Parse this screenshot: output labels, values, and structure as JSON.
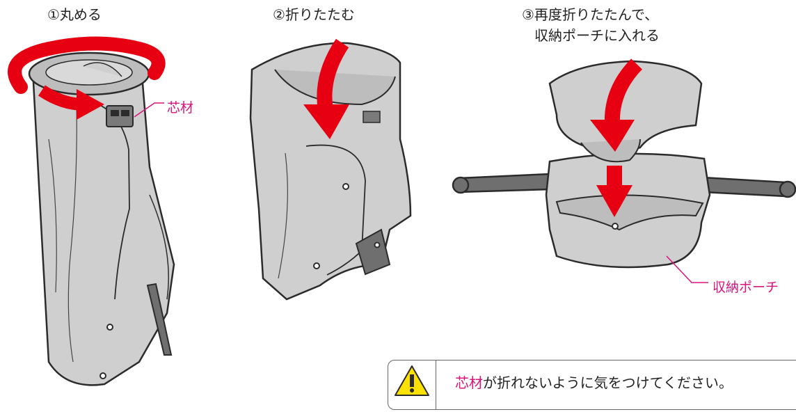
{
  "steps": {
    "step1": "①丸める",
    "step2": "②折りたたむ",
    "step3_line1": "③再度折りたたんで、",
    "step3_line2": "収納ポーチに入れる"
  },
  "callouts": {
    "core_material": "芯材",
    "storage_pouch": "収納ポーチ"
  },
  "notice": {
    "highlight": "芯材",
    "text": "が折れないように気をつけてください。",
    "icon": "warning-triangle-icon"
  },
  "colors": {
    "arrow": "#e60012",
    "callout": "#d8147a",
    "fabric": "#cfcfcf",
    "warning": "#ffe100"
  }
}
